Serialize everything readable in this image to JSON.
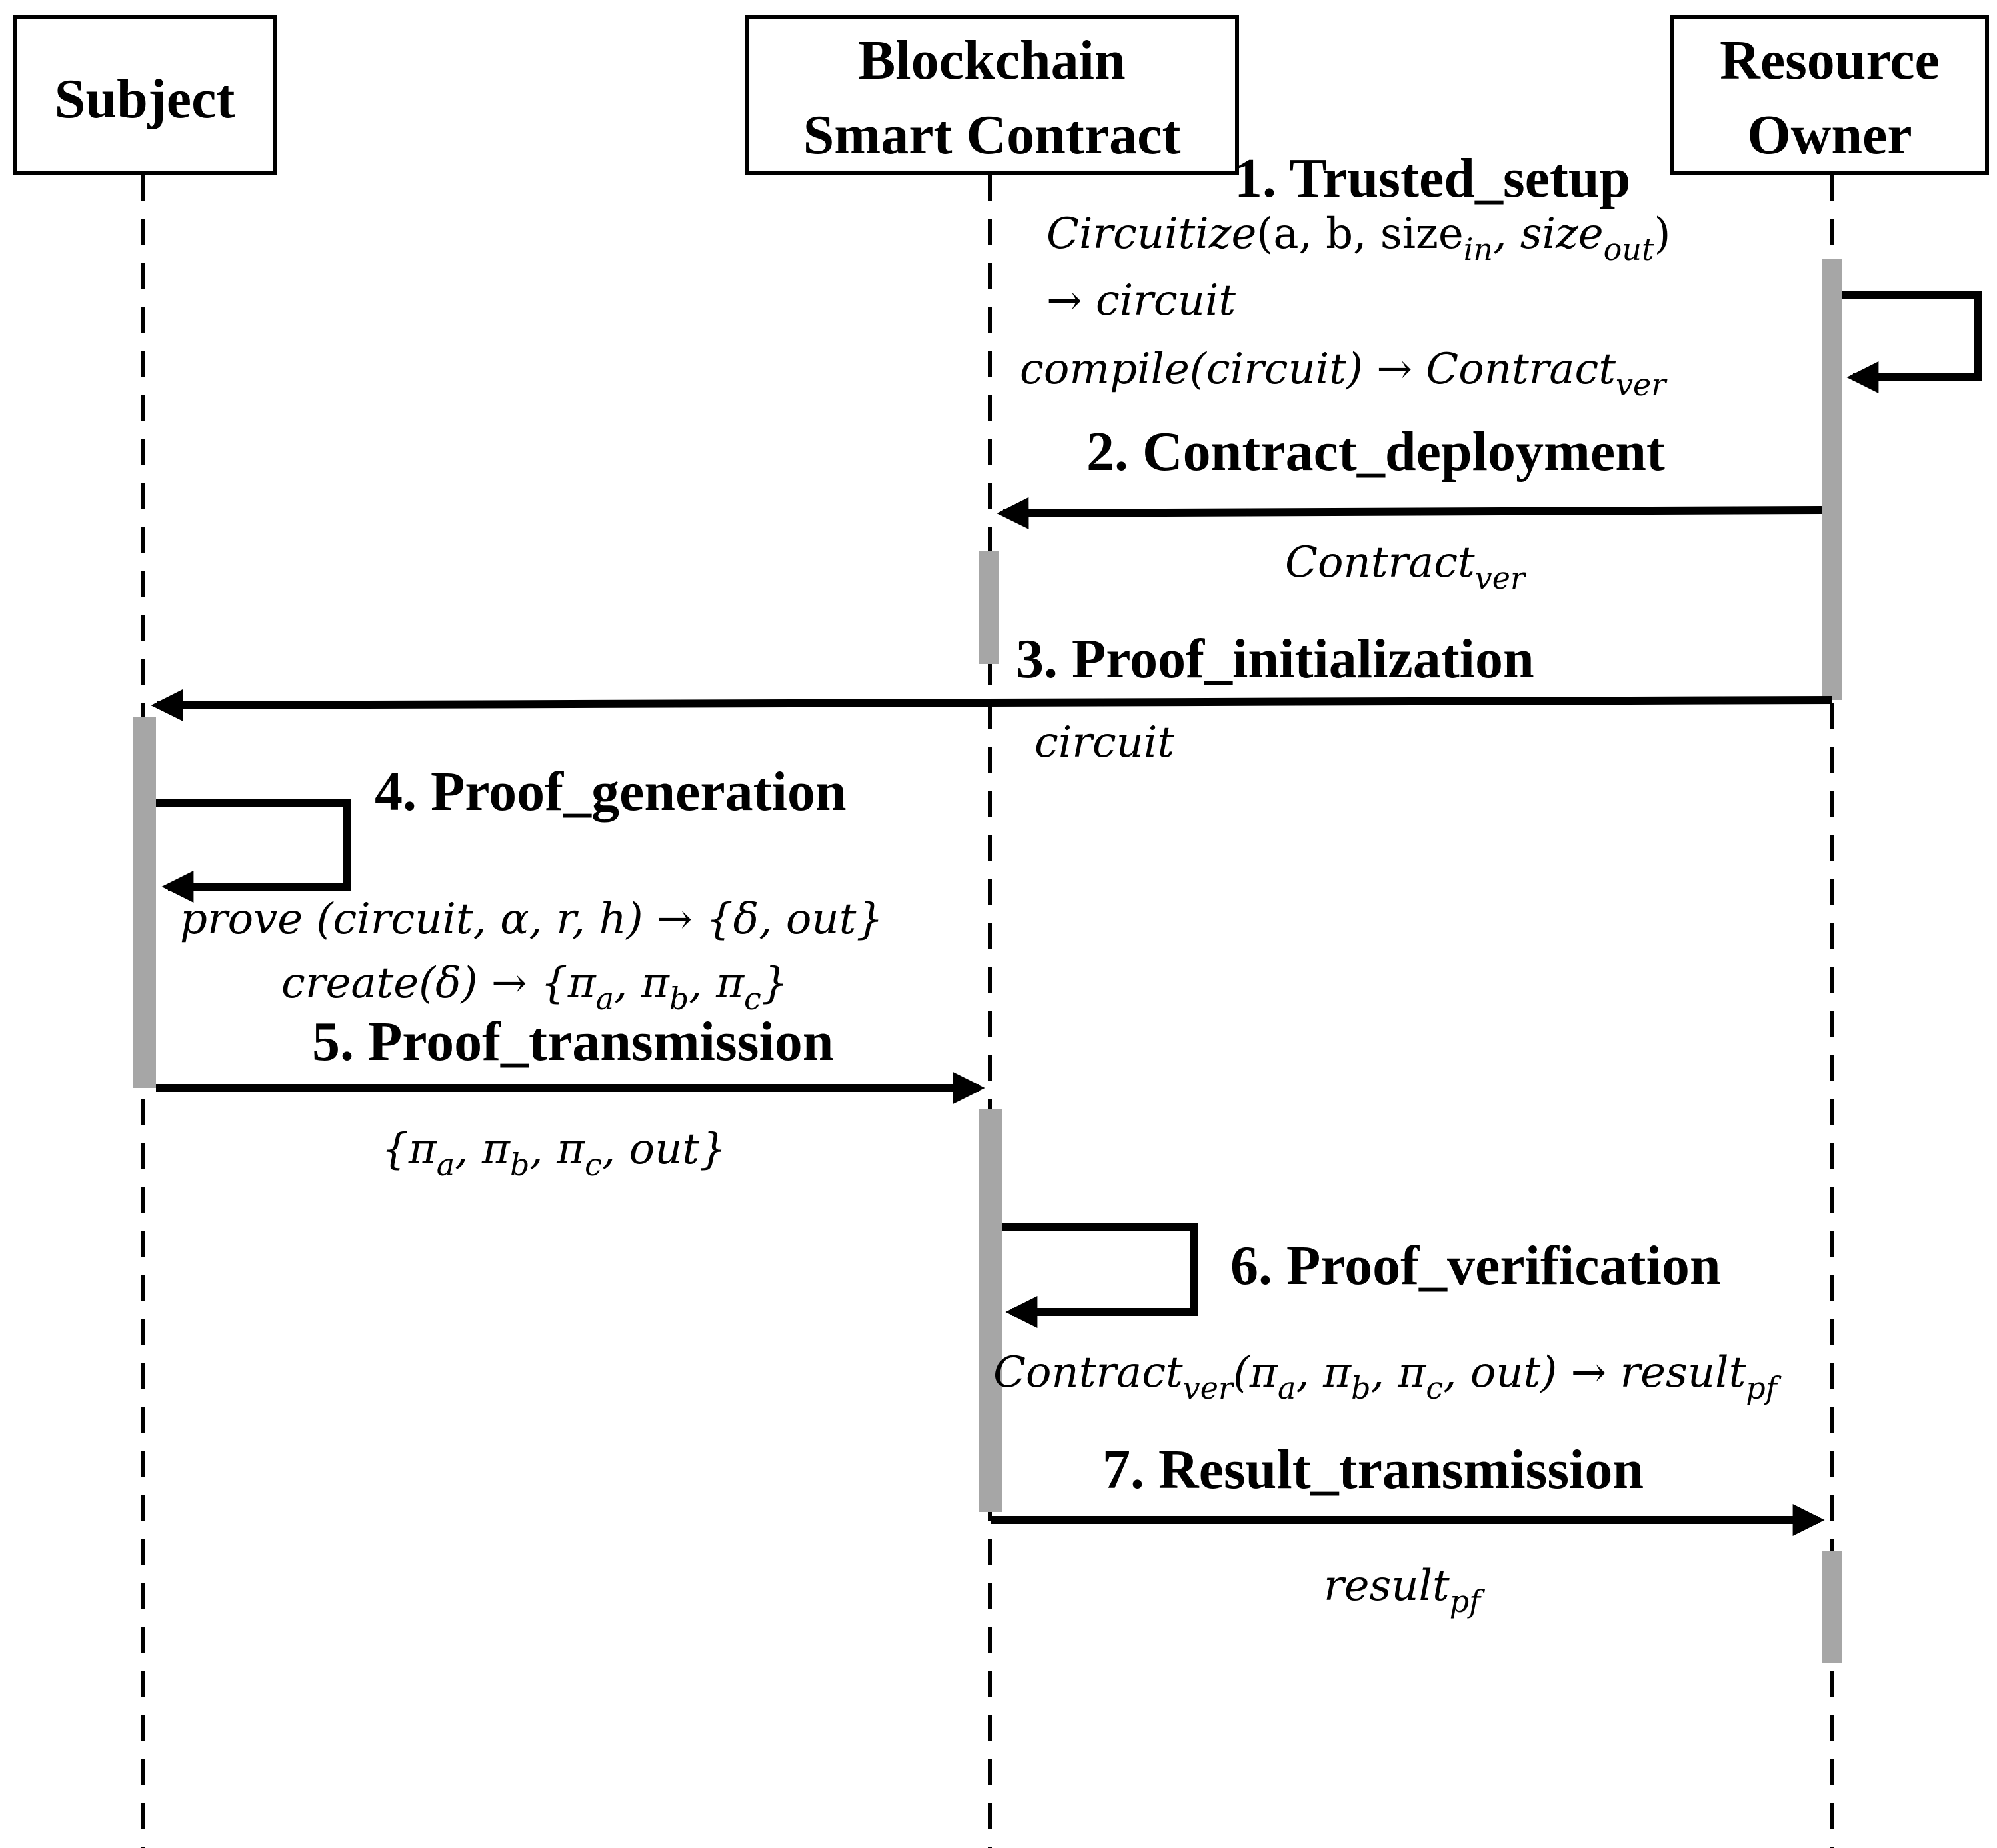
{
  "actors": {
    "subject": {
      "label": "Subject"
    },
    "blockchain": {
      "label_line1": "Blockchain",
      "label_line2": "Smart Contract"
    },
    "owner": {
      "label_line1": "Resource",
      "label_line2": "Owner"
    }
  },
  "steps": {
    "s1": {
      "label": "1. Trusted_setup",
      "f1": {
        "a": "Circuitize",
        "b": "(a, b, size",
        "c": "in",
        "d": ", size",
        "e": "out",
        "f": ")"
      },
      "f2": "→ circuit",
      "f3": {
        "a": "compile(circuit) → Contract",
        "b": "ver"
      }
    },
    "s2": {
      "label": "2. Contract_deployment",
      "msg": {
        "a": "Contract",
        "b": "ver"
      }
    },
    "s3": {
      "label": "3. Proof_initialization",
      "msg": "circuit"
    },
    "s4": {
      "label": "4. Proof_generation",
      "f1": "prove (circuit, α, r, h) → {δ, out}",
      "f2": {
        "a": "create(δ) → {π",
        "b": "a",
        "c": ", π",
        "d": "b",
        "e": ", π",
        "f": "c",
        "g": "}"
      }
    },
    "s5": {
      "label": "5. Proof_transmission",
      "msg": {
        "a": "{π",
        "b": "a",
        "c": ", π",
        "d": "b",
        "e": ", π",
        "f": "c",
        "g": ", out}"
      }
    },
    "s6": {
      "label": "6. Proof_verification",
      "f1": {
        "a": "Contract",
        "b": "ver",
        "c": "(π",
        "d": "a",
        "e": ", π",
        "f": "b",
        "g": ", π",
        "h": "c",
        "i": ", out) → result",
        "j": "pf"
      }
    },
    "s7": {
      "label": "7. Result_transmission",
      "msg": {
        "a": "result",
        "b": "pf"
      }
    }
  }
}
